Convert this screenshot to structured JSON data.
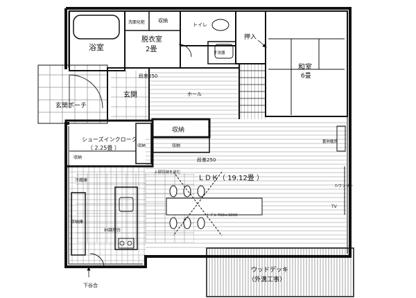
{
  "rooms": {
    "bath": "浴室",
    "dressing": "脱衣室",
    "dressing_size": "2畳",
    "washbasin": "洗面化粧",
    "storage_top": "収納",
    "toilet": "トイレ",
    "handwash": "手洗器",
    "oshiire": "押入",
    "washitsu": "和室",
    "washitsu_size": "6畳",
    "genkan": "玄関",
    "genkan_porch": "玄関ポーチ",
    "hall": "ホール",
    "step1": "段差250",
    "step2": "段差250",
    "storage_mid": "収納",
    "shoes_closet": "シューズインクローク",
    "shoes_closet_size": "（ 2.25畳 ）",
    "storage_small_left": "収納",
    "storage_small_right": "収納",
    "storage_small_mid": "収納",
    "fridge": "冷蔵庫",
    "kitchen_storage": "収納庫",
    "kitchen_unit": "IH調理台",
    "upper_cabinet": "上部収納を含む",
    "ldk": "ＬＤＫ（ 19.12畳 ）",
    "dining_table": "ﾃｰﾌﾞﾙ 700×3000",
    "counter": "カウンター",
    "tv": "TV",
    "heater": "蓄熱暖房",
    "wood_deck": "ウッドデッキ",
    "wood_deck_note": "（外溝工事）",
    "downstairs_note": "下谷合"
  }
}
